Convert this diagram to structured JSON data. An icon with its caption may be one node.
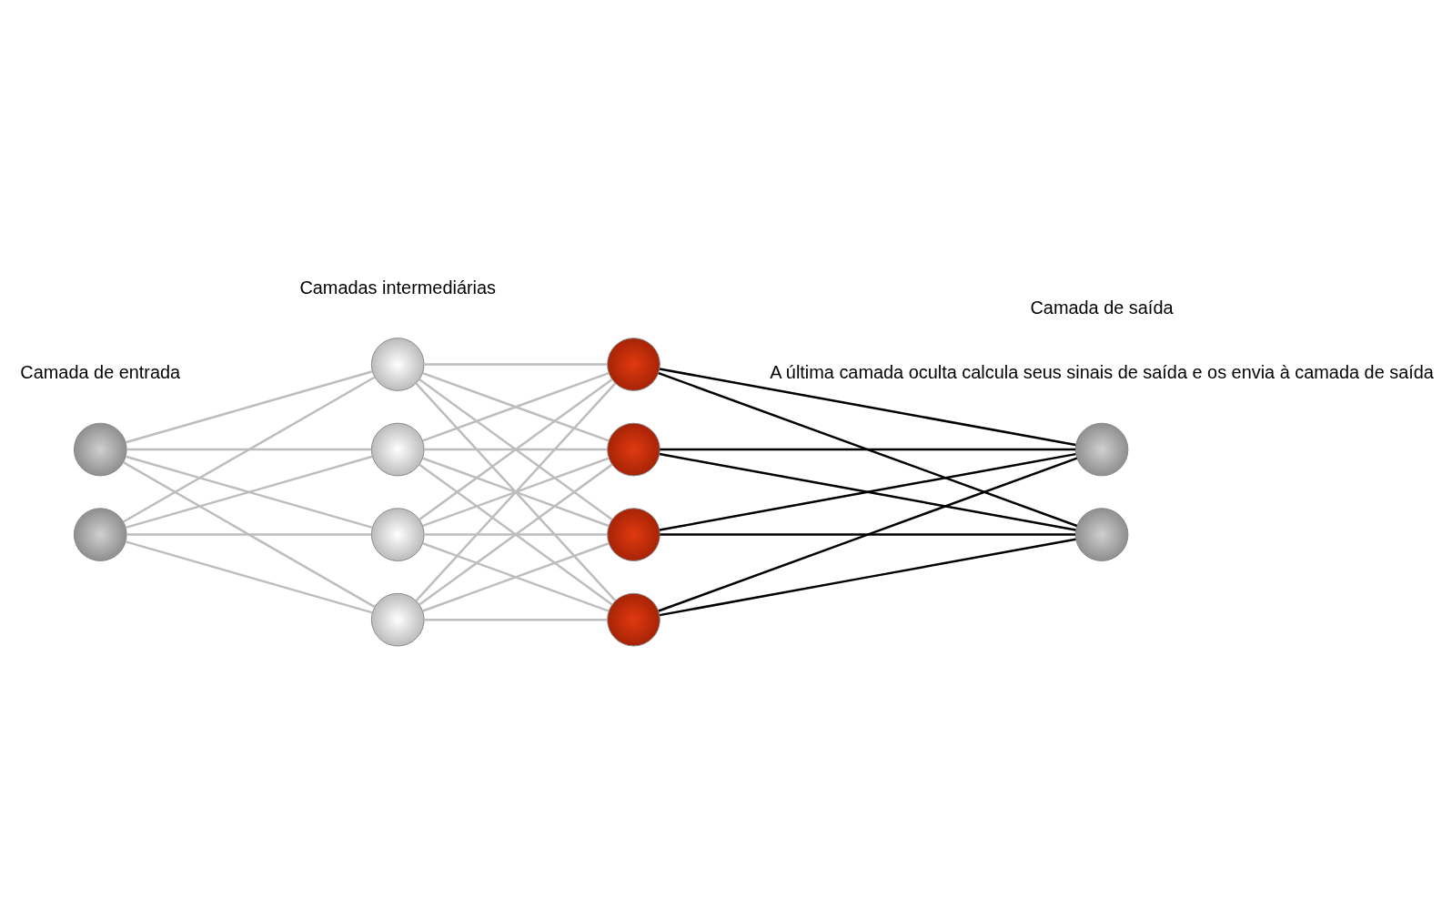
{
  "diagram": {
    "nodes": [
      {
        "text": [],
        "shape": "circle"
      },
      {
        "text": [],
        "shape": "circle"
      },
      {
        "text": [],
        "shape": "circle"
      },
      {
        "text": [],
        "shape": "circle"
      },
      {
        "text": [],
        "shape": "circle"
      },
      {
        "text": [],
        "shape": "circle"
      },
      {
        "text": [],
        "shape": "circle"
      },
      {
        "text": [],
        "shape": "circle"
      },
      {
        "text": [],
        "shape": "circle"
      },
      {
        "text": [],
        "shape": "circle"
      },
      {
        "text": [],
        "shape": "circle"
      },
      {
        "text": [],
        "shape": "circle"
      }
    ],
    "edges": [
      {
        "from": 0,
        "to": 2,
        "arrow": "none"
      },
      {
        "from": 0,
        "to": 3,
        "arrow": "none"
      },
      {
        "from": 0,
        "to": 4,
        "arrow": "none"
      },
      {
        "from": 0,
        "to": 5,
        "arrow": "none"
      },
      {
        "from": 1,
        "to": 2,
        "arrow": "none"
      },
      {
        "from": 1,
        "to": 3,
        "arrow": "none"
      },
      {
        "from": 1,
        "to": 4,
        "arrow": "none"
      },
      {
        "from": 1,
        "to": 5,
        "arrow": "none"
      },
      {
        "from": 2,
        "to": 6,
        "arrow": "none"
      },
      {
        "from": 2,
        "to": 7,
        "arrow": "none"
      },
      {
        "from": 2,
        "to": 8,
        "arrow": "none"
      },
      {
        "from": 2,
        "to": 9,
        "arrow": "none"
      },
      {
        "from": 3,
        "to": 6,
        "arrow": "none"
      },
      {
        "from": 3,
        "to": 7,
        "arrow": "none"
      },
      {
        "from": 3,
        "to": 8,
        "arrow": "none"
      },
      {
        "from": 3,
        "to": 9,
        "arrow": "none"
      },
      {
        "from": 4,
        "to": 6,
        "arrow": "none"
      },
      {
        "from": 4,
        "to": 7,
        "arrow": "none"
      },
      {
        "from": 4,
        "to": 8,
        "arrow": "none"
      },
      {
        "from": 4,
        "to": 9,
        "arrow": "none"
      },
      {
        "from": 5,
        "to": 6,
        "arrow": "none"
      },
      {
        "from": 5,
        "to": 7,
        "arrow": "none"
      },
      {
        "from": 5,
        "to": 8,
        "arrow": "none"
      },
      {
        "from": 5,
        "to": 9,
        "arrow": "none"
      },
      {
        "from": 6,
        "to": 10,
        "arrow": "none",
        "color": "#000000"
      },
      {
        "from": 6,
        "to": 11,
        "arrow": "none",
        "color": "#000000"
      },
      {
        "from": 7,
        "to": 10,
        "arrow": "none",
        "color": "#000000"
      },
      {
        "from": 7,
        "to": 11,
        "arrow": "none",
        "color": "#000000"
      },
      {
        "from": 8,
        "to": 10,
        "arrow": "none",
        "color": "#000000"
      },
      {
        "from": 8,
        "to": 11,
        "arrow": "none",
        "color": "#000000"
      },
      {
        "from": 9,
        "to": 10,
        "arrow": "none",
        "color": "#000000"
      },
      {
        "from": 9,
        "to": 11,
        "arrow": "none",
        "color": "#000000"
      }
    ],
    "labels": [
      "A última camada oculta calcula seus sinais de saída e os envia à camada de saída",
      "Camadas intermediárias",
      "Camada de entrada",
      "Camada de saída"
    ]
  }
}
